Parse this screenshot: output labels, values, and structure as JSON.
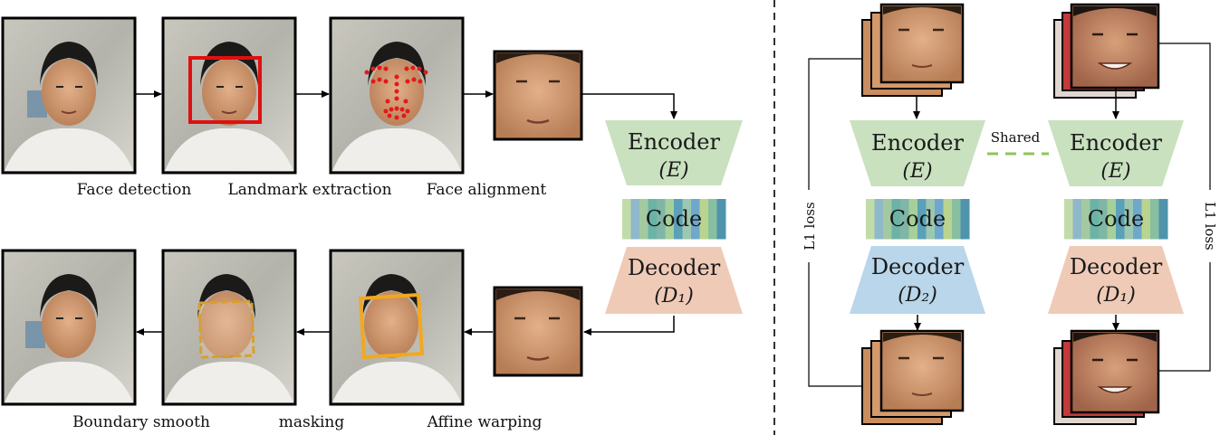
{
  "left_pipeline": {
    "top_labels": [
      "Face detection",
      "Landmark extraction",
      "Face alignment"
    ],
    "bottom_labels": [
      "Boundary smooth",
      "masking",
      "Affine warping"
    ],
    "encoder": {
      "title": "Encoder",
      "symbol": "(E)"
    },
    "code": "Code",
    "decoder": {
      "title": "Decoder",
      "symbol": "(D₁)"
    }
  },
  "right_training": {
    "left_branch": {
      "encoder": {
        "title": "Encoder",
        "symbol": "(E)"
      },
      "code": "Code",
      "decoder": {
        "title": "Decoder",
        "symbol": "(D₂)"
      },
      "loss": "L1 loss"
    },
    "right_branch": {
      "encoder": {
        "title": "Encoder",
        "symbol": "(E)"
      },
      "code": "Code",
      "decoder": {
        "title": "Decoder",
        "symbol": "(D₁)"
      },
      "loss": "L1 loss"
    },
    "shared_label": "Shared"
  },
  "colors": {
    "encoder_fill": "#c9e1bf",
    "decoder1_fill": "#efcbb7",
    "decoder2_fill": "#b9d6ea",
    "shared_dash": "#8cc65a",
    "detection_box": "#e01010",
    "mask_box": "#f2a81f",
    "landmarks": "#e21a1a"
  }
}
